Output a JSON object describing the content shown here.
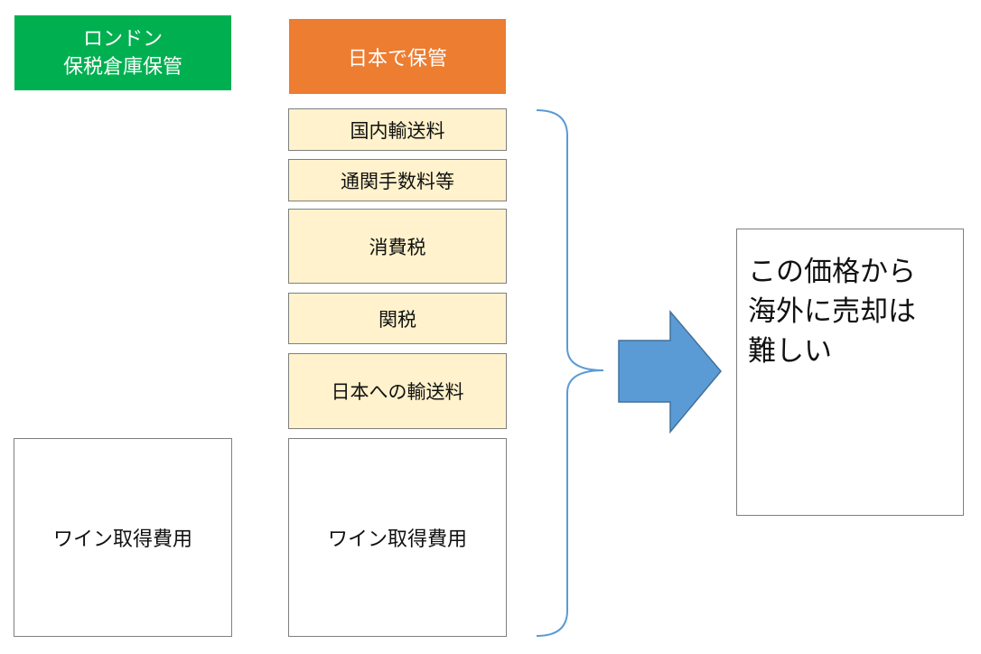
{
  "header_london": {
    "line1": "ロンドン",
    "line2": "保税倉庫保管",
    "color": "#00b050"
  },
  "header_japan": {
    "label": "日本で保管",
    "color": "#ed7d31"
  },
  "japan_costs": [
    {
      "label": "国内輸送料"
    },
    {
      "label": "通関手数料等"
    },
    {
      "label": "消費税"
    },
    {
      "label": "関税"
    },
    {
      "label": "日本への輸送料"
    }
  ],
  "acquisition_left": {
    "label": "ワイン取得費用"
  },
  "acquisition_right": {
    "label": "ワイン取得費用"
  },
  "result": {
    "line1": "この価格から",
    "line2": "海外に売却は",
    "line3": "難しい"
  },
  "colors": {
    "cost_fill": "#fff2cc",
    "box_border": "#7f7f7f",
    "arrow_fill": "#5b9bd5",
    "brace": "#5b9bd5"
  },
  "icons": {
    "brace": "right-curly-brace-icon",
    "arrow": "right-block-arrow-icon"
  }
}
